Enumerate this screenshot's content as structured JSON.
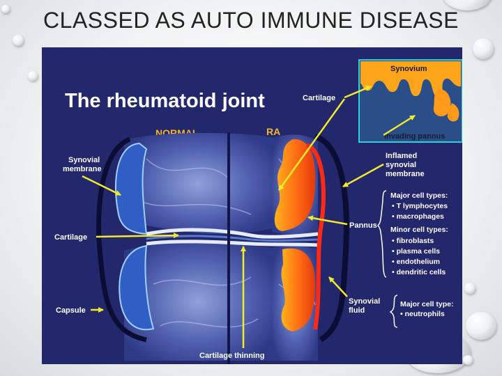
{
  "slide": {
    "title": "CLASSED AS AUTO IMMUNE DISEASE"
  },
  "diagram": {
    "heading": "The rheumatoid joint",
    "normal": "NORMAL",
    "ra": "RA",
    "synovium": "Synovium",
    "invading_pannus": "Invading pannus",
    "cartilage_top": "Cartilage",
    "synovial_membrane": [
      "Synovial",
      "membrane"
    ],
    "cartilage_left": "Cartilage",
    "capsule": "Capsule",
    "cartilage_thinning": "Cartilage thinning",
    "inflamed": [
      "Inflamed",
      "synovial",
      "membrane"
    ],
    "pannus": "Pannus",
    "major_cell_types": "Major cell types:",
    "major_list": [
      "• T lymphocytes",
      "• macrophages"
    ],
    "minor_cell_types": "Minor cell types:",
    "minor_list": [
      "• fibroblasts",
      "• plasma cells",
      "• endothelium",
      "• dendritic cells"
    ],
    "synovial_fluid": [
      "Synovial",
      "fluid"
    ],
    "fluid_major": "Major cell type:",
    "fluid_list": [
      "• neutrophils"
    ]
  },
  "colors": {
    "panel": "#23276b",
    "arrow": "#f2ea2a",
    "ra_label": "#f7b52c",
    "inflamed": "#ff5a14"
  }
}
